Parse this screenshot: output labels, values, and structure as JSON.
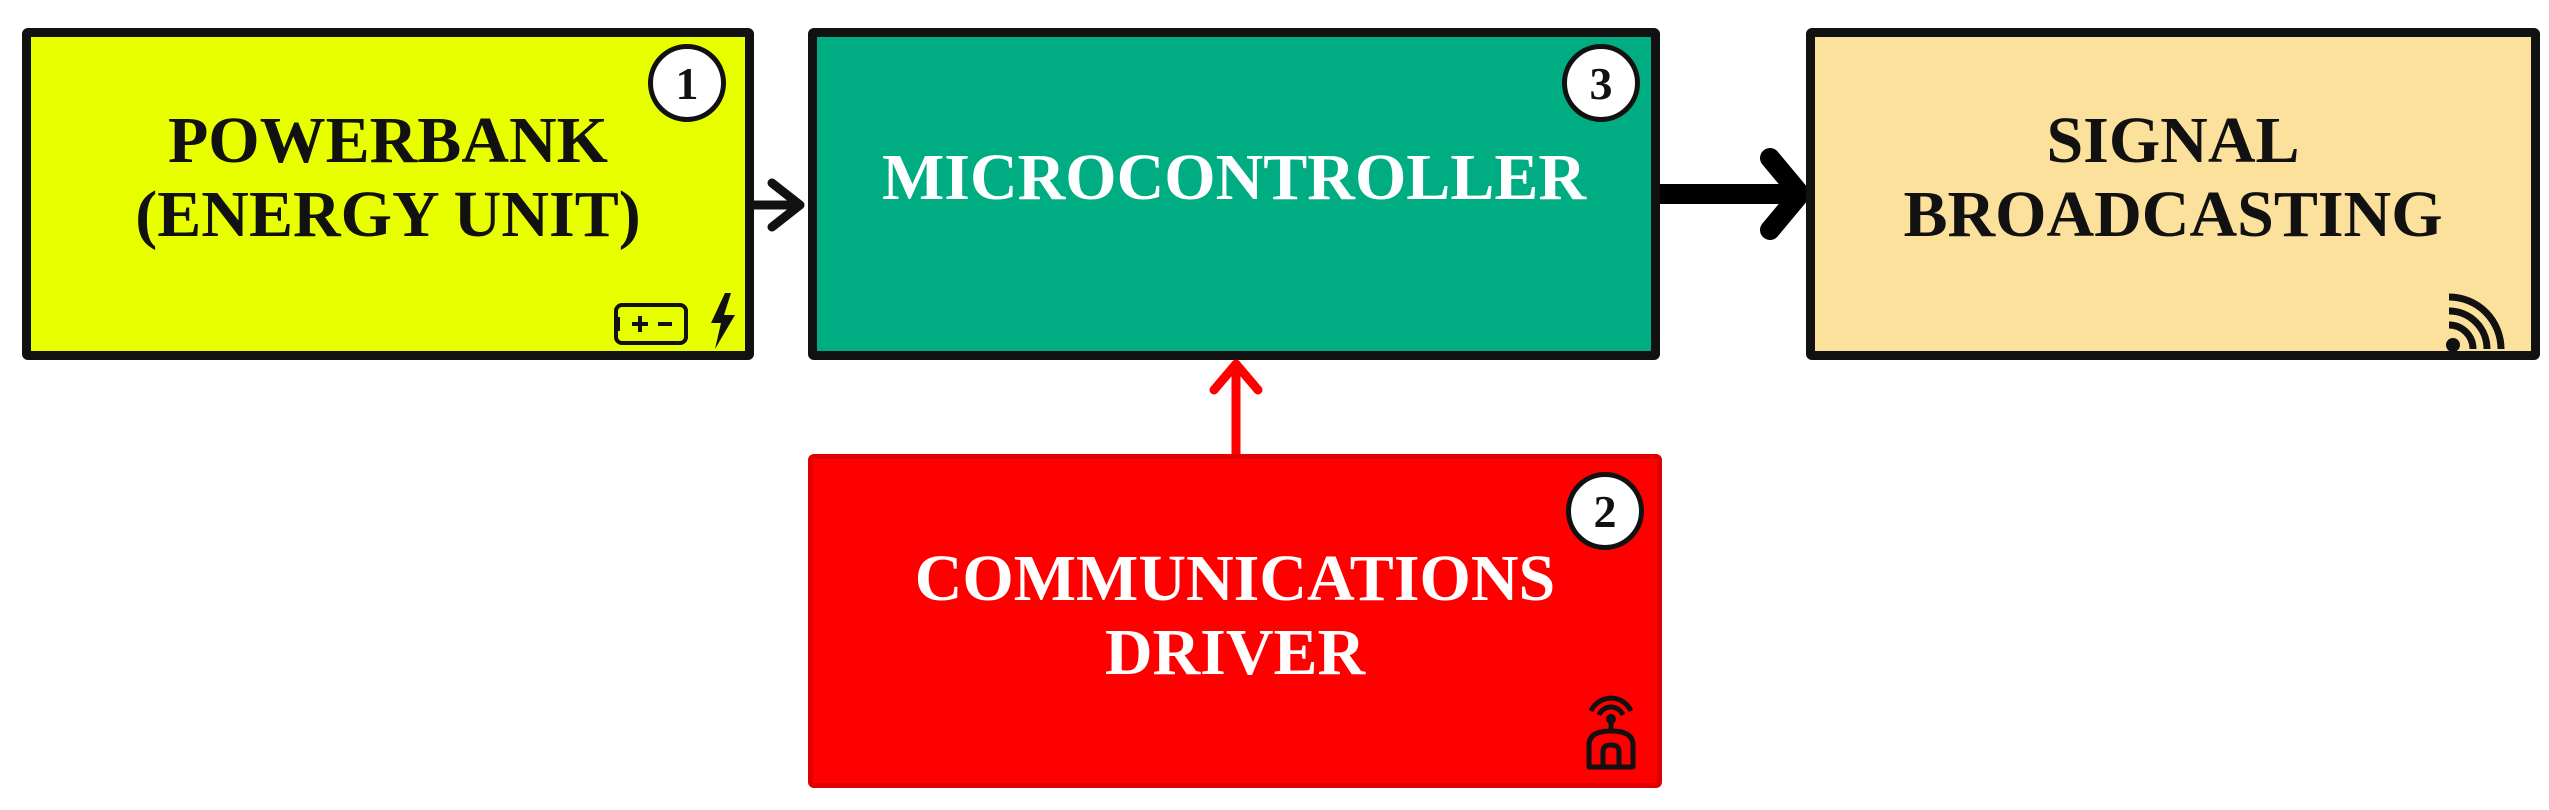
{
  "blocks": {
    "powerbank": {
      "line1": "POWERBANK",
      "line2": "(ENERGY UNIT)",
      "number": "1",
      "icons": [
        "battery-icon",
        "lightning-icon"
      ],
      "color": "#e8ff00"
    },
    "microcontroller": {
      "line1": "MICROCONTROLLER",
      "number": "3",
      "color": "#00ad82"
    },
    "signal": {
      "line1": "SIGNAL",
      "line2": "BROADCASTING",
      "number": "",
      "icons": [
        "wifi-signal-icon"
      ],
      "color": "#fbe19c"
    },
    "communications": {
      "line1": "COMMUNICATIONS",
      "line2": "DRIVER",
      "number": "2",
      "icons": [
        "antenna-icon"
      ],
      "color": "#ff0000"
    }
  },
  "connections": [
    {
      "from": "powerbank",
      "to": "microcontroller",
      "color": "#111111"
    },
    {
      "from": "microcontroller",
      "to": "signal",
      "color": "#000000"
    },
    {
      "from": "communications",
      "to": "microcontroller",
      "color": "#ff0000"
    }
  ]
}
